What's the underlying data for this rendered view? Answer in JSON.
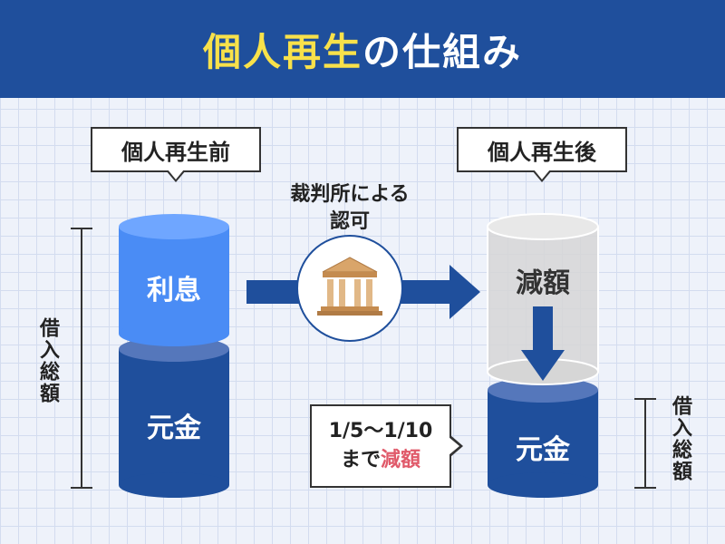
{
  "header": {
    "title_highlight": "個人再生",
    "title_rest": "の仕組み"
  },
  "before": {
    "label": "個人再生前",
    "interest": "利息",
    "principal": "元金",
    "side_label": "借入総額"
  },
  "middle": {
    "court_line1": "裁判所による",
    "court_line2": "認可",
    "icon": "court-building-icon"
  },
  "after": {
    "label": "個人再生後",
    "reduced": "減額",
    "principal": "元金",
    "side_label": "借入総額"
  },
  "reduction_note": {
    "line1": "1/5〜1/10",
    "line2_prefix": "まで",
    "line2_emphasis": "減額"
  },
  "colors": {
    "header_bg": "#1f4f9c",
    "title_highlight": "#f8e14a",
    "cylinder_light": "#4a8cf5",
    "cylinder_dark": "#1f4f9c",
    "arrow": "#1f4f9c",
    "emphasis_red": "#e05a6a"
  }
}
